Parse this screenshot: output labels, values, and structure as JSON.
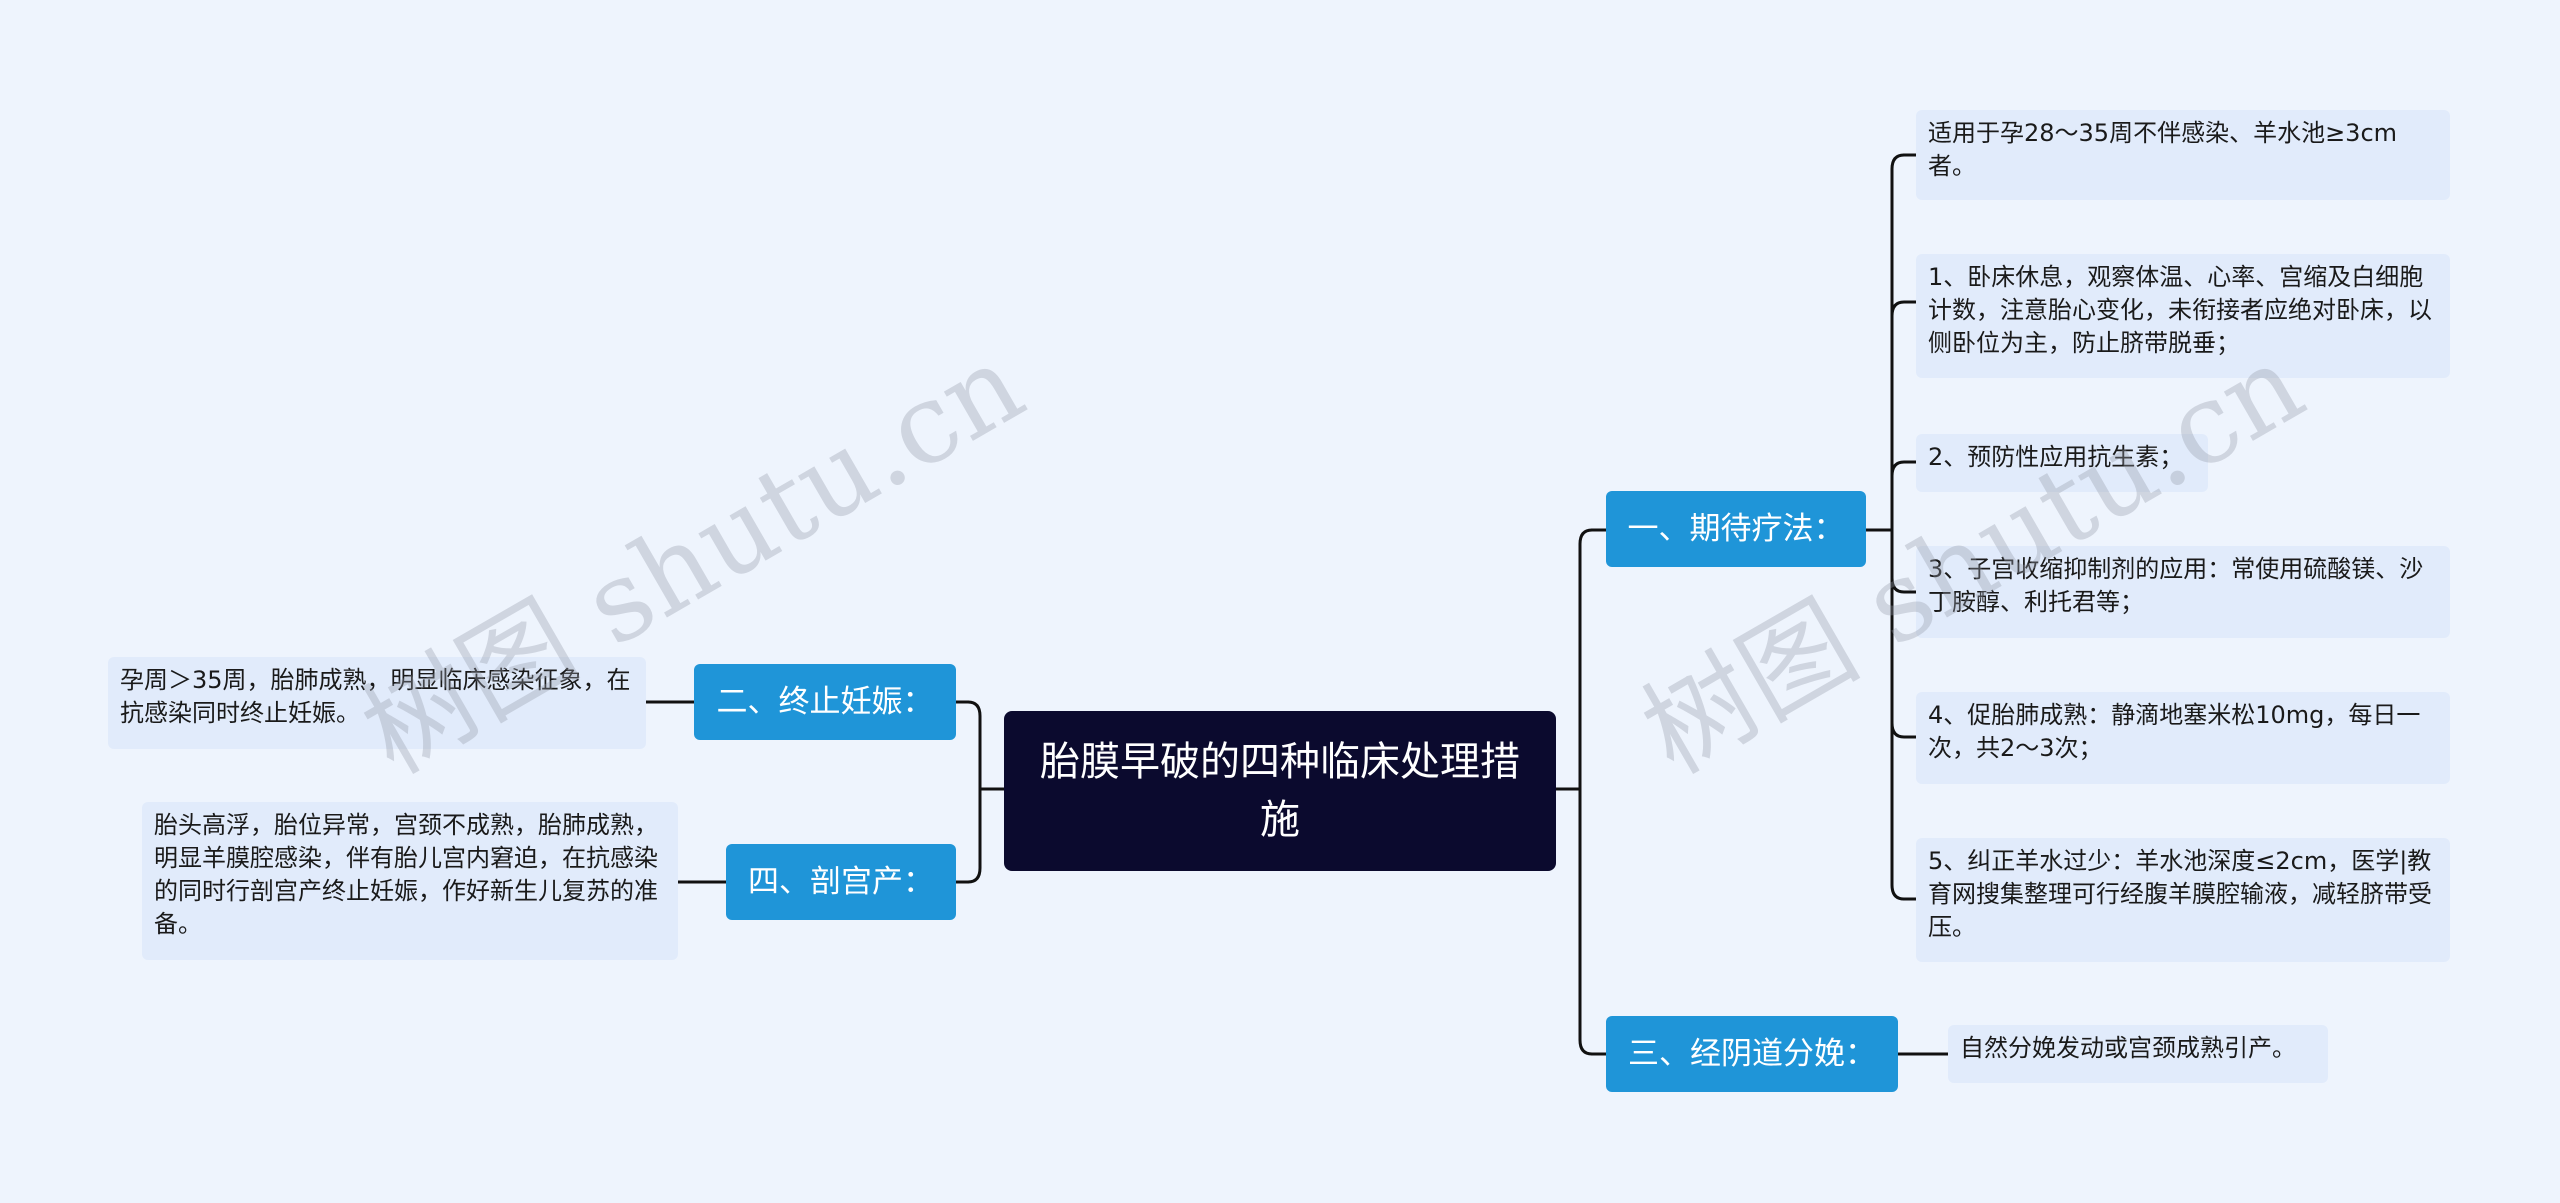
{
  "root": {
    "title": "胎膜早破的四种临床处理措施"
  },
  "branches": {
    "b1": {
      "label": "一、期待疗法："
    },
    "b2": {
      "label": "二、终止妊娠："
    },
    "b3": {
      "label": "三、经阴道分娩："
    },
    "b4": {
      "label": "四、剖宫产："
    }
  },
  "leaves": {
    "b1_0": "适用于孕28～35周不伴感染、羊水池≥3cm者。",
    "b1_1": "1、卧床休息，观察体温、心率、宫缩及白细胞计数，注意胎心变化，未衔接者应绝对卧床，以侧卧位为主，防止脐带脱垂；",
    "b1_2": "2、预防性应用抗生素；",
    "b1_3": "3、子宫收缩抑制剂的应用：常使用硫酸镁、沙丁胺醇、利托君等；",
    "b1_4": "4、促胎肺成熟：静滴地塞米松10mg，每日一次，共2～3次；",
    "b1_5": "5、纠正羊水过少：羊水池深度≤2cm，医学|教育网搜集整理可行经腹羊膜腔输液，减轻脐带受压。",
    "b2_0": "孕周＞35周，胎肺成熟，明显临床感染征象，在抗感染同时终止妊娠。",
    "b3_0": "自然分娩发动或宫颈成熟引产。",
    "b4_0": "胎头高浮，胎位异常，宫颈不成熟，胎肺成熟，明显羊膜腔感染，伴有胎儿宫内窘迫，在抗感染的同时行剖宫产终止妊娠，作好新生儿复苏的准备。"
  },
  "watermark": {
    "text": "树图 shutu.cn"
  },
  "colors": {
    "background": "#eef4fd",
    "root": "#0b0a2e",
    "branch": "#1f95d8",
    "leaf": "#e1ebfb",
    "line": "#111111"
  }
}
